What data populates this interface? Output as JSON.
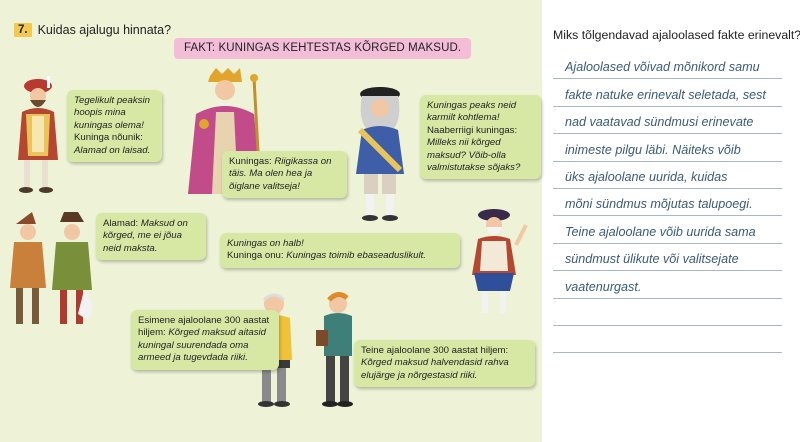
{
  "task": {
    "number": "7.",
    "title": "Kuidas ajalugu hinnata?"
  },
  "fact": "FAKT: KUNINGAS KEHTESTAS KÕRGED MAKSUD.",
  "bubbles": {
    "advisor": {
      "speech1": "Tegelikult peaksin hoopis mina kuningas olema!",
      "speaker2": "Kuninga nõunik:",
      "speech2": "Alamad on laisad."
    },
    "king": {
      "speaker": "Kuningas:",
      "speech": "Riigikassa on täis. Ma olen hea ja õiglane valitseja!"
    },
    "neighbor": {
      "speech1": "Kuningas peaks neid karmilt kohtlema!",
      "speaker2": "Naaberriigi kuningas:",
      "speech2": "Milleks nii kõrged maksud? Võib-olla valmistutakse sõjaks?"
    },
    "subjects": {
      "speaker": "Alamad:",
      "speech": "Maksud on kõrged, me ei jõua neid maksta."
    },
    "uncle": {
      "speech1": "Kuningas on halb!",
      "speaker2": "Kuninga onu:",
      "speech2": "Kuningas toimib ebaseaduslikult."
    },
    "historian1": {
      "speaker": "Esimene ajaloolane 300 aastat hiljem:",
      "speech": "Kõrged maksud aitasid kuningal suurendada oma armeed ja tugevdada riiki."
    },
    "historian2": {
      "speaker": "Teine ajaloolane 300 aastat hiljem:",
      "speech": "Kõrged maksud halvendasid rahva elujärge ja nõrgestasid riiki."
    }
  },
  "question": "Miks tõlgendavad ajaloolased fakte erinevalt?",
  "answer_lines": [
    "Ajaloolased võivad mõnikord samu",
    "fakte natuke erinevalt seletada, sest",
    "nad vaatavad sündmusi erinevate",
    "inimeste pilgu läbi. Näiteks võib",
    "üks ajaloolane uurida, kuidas",
    "mõni sündmus mõjutas talupoegi.",
    "Teine ajaloolane võib uurida sama",
    "sündmust ülikute või valitsejate",
    "vaatenurgast.",
    "",
    ""
  ],
  "colors": {
    "panel": "#eef3d7",
    "bubble": "#d7e8a5",
    "fact_box": "#f3bdd8",
    "task_number": "#f2c94c",
    "handwriting": "#3b5a78",
    "rule_line": "#a8b9c4"
  }
}
